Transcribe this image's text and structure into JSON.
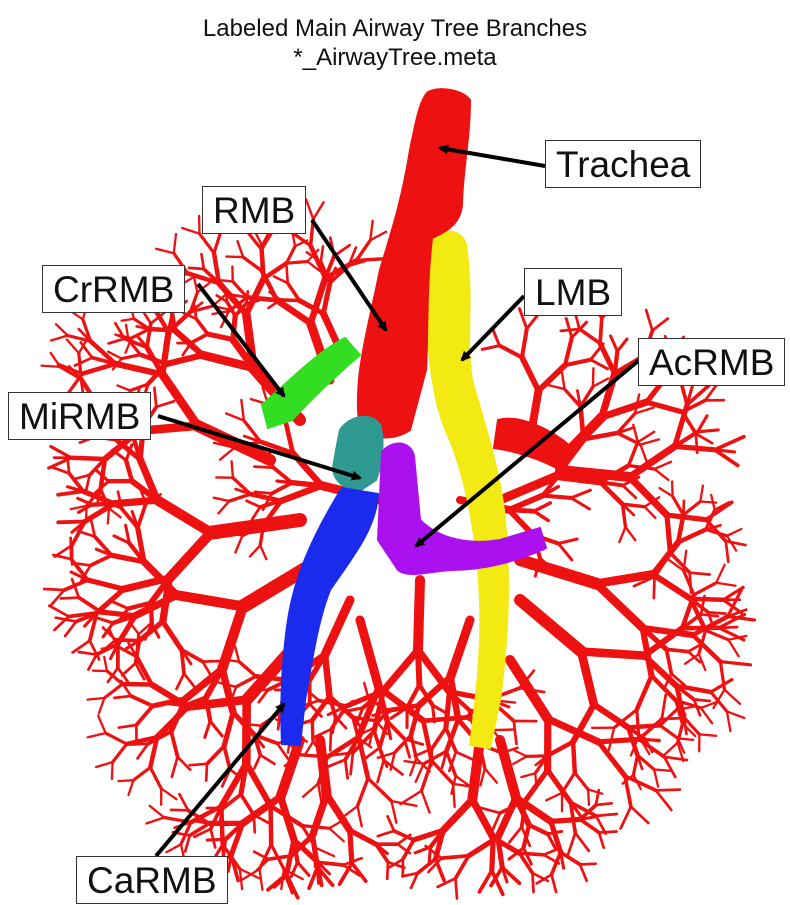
{
  "title": {
    "line1": "Labeled Main Airway Tree Branches",
    "line2": "*_AirwayTree.meta"
  },
  "labels": {
    "trachea": "Trachea",
    "rmb": "RMB",
    "crrmb": "CrRMB",
    "lmb": "LMB",
    "acrmb": "AcRMB",
    "mirmb": "MiRMB",
    "carmb": "CaRMB"
  },
  "colors": {
    "trachea": "#ee1111",
    "rmb": "#ee1111",
    "lmb": "#f2ea12",
    "crrmb": "#33dd22",
    "acrmb": "#aa11ee",
    "mirmb": "#2e9a92",
    "carmb": "#1a2bee",
    "peripheral_branches": "#ee1111"
  }
}
